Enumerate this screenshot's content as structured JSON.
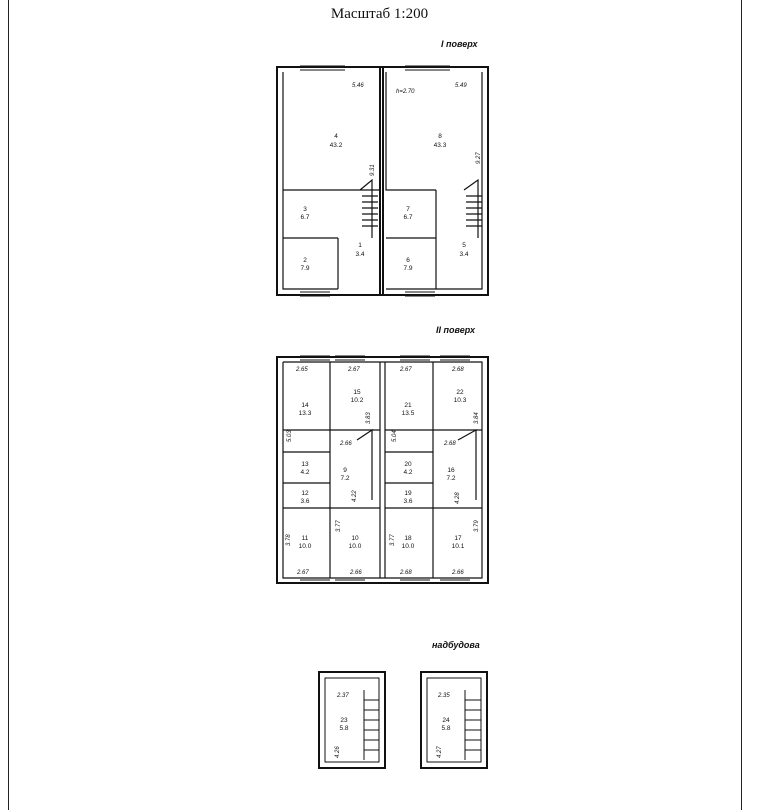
{
  "header": {
    "scale": "Масштаб 1:200"
  },
  "floors": {
    "first": {
      "title": "I поверх"
    },
    "second": {
      "title": "II поверх"
    },
    "attic": {
      "title": "надбудова"
    }
  },
  "rooms": [
    {
      "n": "4",
      "a": "43.2"
    },
    {
      "n": "8",
      "a": "43.3"
    },
    {
      "n": "3",
      "a": "6.7"
    },
    {
      "n": "7",
      "a": "6.7"
    },
    {
      "n": "2",
      "a": "7.9"
    },
    {
      "n": "1",
      "a": "3.4"
    },
    {
      "n": "6",
      "a": "7.9"
    },
    {
      "n": "5",
      "a": "3.4"
    },
    {
      "n": "14",
      "a": "13.3"
    },
    {
      "n": "15",
      "a": "10.2"
    },
    {
      "n": "21",
      "a": "13.5"
    },
    {
      "n": "22",
      "a": "10.3"
    },
    {
      "n": "13",
      "a": "4.2"
    },
    {
      "n": "9",
      "a": "7.2"
    },
    {
      "n": "20",
      "a": "4.2"
    },
    {
      "n": "16",
      "a": "7.2"
    },
    {
      "n": "12",
      "a": "3.6"
    },
    {
      "n": "19",
      "a": "3.6"
    },
    {
      "n": "11",
      "a": "10.0"
    },
    {
      "n": "10",
      "a": "10.0"
    },
    {
      "n": "18",
      "a": "10.0"
    },
    {
      "n": "17",
      "a": "10.1"
    },
    {
      "n": "23",
      "a": "5.8"
    },
    {
      "n": "24",
      "a": "5.8"
    }
  ],
  "dimensions": [
    "5.46",
    "h=2.70",
    "5.49",
    "9.31",
    "9.27",
    "2.65",
    "2.67",
    "2.67",
    "2.68",
    "5.03",
    "3.83",
    "5.04",
    "3.84",
    "2.66",
    "2.68",
    "4.22",
    "4.28",
    "3.78",
    "3.77",
    "3.77",
    "3.79",
    "2.67",
    "2.66",
    "2.68",
    "2.66",
    "2.37",
    "4.26",
    "2.35",
    "4.27"
  ]
}
